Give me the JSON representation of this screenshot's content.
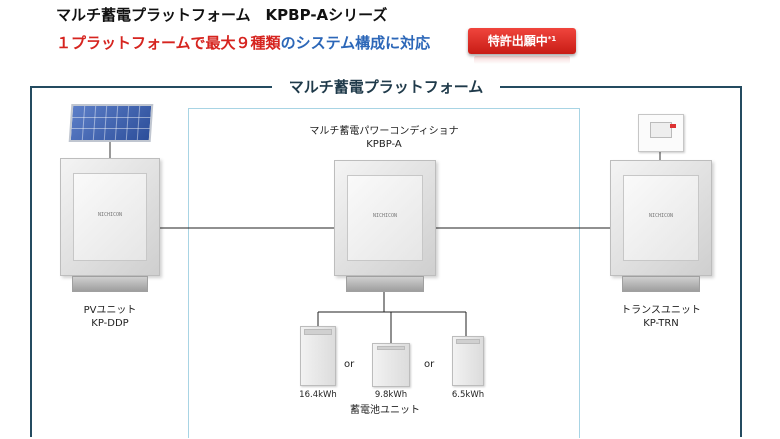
{
  "header": {
    "title": "マルチ蓄電プラットフォーム　KPBP-Aシリーズ",
    "subtitle_red": "１プラットフォームで最大９種類",
    "subtitle_blue": "のシステム構成に対応",
    "patent_label": "特許出願中",
    "patent_note": "*1"
  },
  "diagram": {
    "platform_label": "マルチ蓄電プラットフォーム",
    "center_unit": {
      "name": "マルチ蓄電パワーコンディショナ",
      "model": "KPBP-A"
    },
    "left_unit": {
      "name": "PVユニット",
      "model": "KP-DDP"
    },
    "right_unit": {
      "name": "トランスユニット",
      "model": "KP-TRN"
    },
    "batteries": {
      "group_label": "蓄電池ユニット",
      "options": [
        {
          "capacity": "16.4kWh"
        },
        {
          "capacity": "9.8kWh"
        },
        {
          "capacity": "6.5kWh"
        }
      ],
      "separator": "or"
    },
    "unit_badge": "NICHICON"
  }
}
